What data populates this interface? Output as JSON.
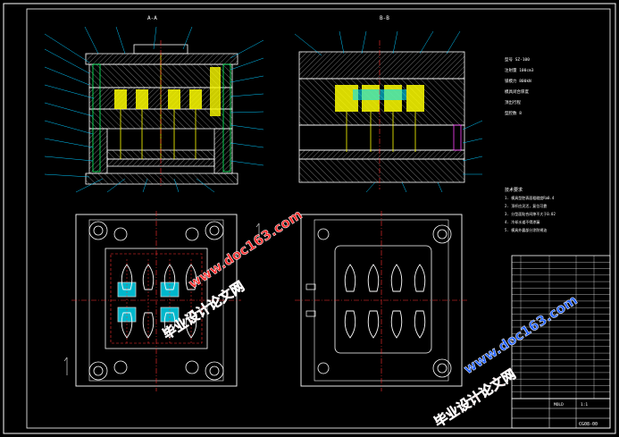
{
  "drawing": {
    "view_label_left": "A-A",
    "view_label_right": "B-B",
    "tech_requirements_title": "技术要求",
    "tech_requirements": [
      "1. 模具型腔表面粗糙度Ra0.4",
      "2. 顶杆应灵活，复位可靠",
      "3. 分型面贴合间隙不大于0.02",
      "4. 冷却水道不得渗漏",
      "5. 模具外露部分涂防锈油"
    ],
    "params_block": [
      "型号  SZ-100",
      "注射量  100cm3",
      "锁模力  800kN",
      "模具闭合厚度  ",
      "顶出行程  ",
      "型腔数  8"
    ],
    "title_block": {
      "name_cell": "MOLD",
      "drawing_no": "CG08-00",
      "scale": "1:1"
    },
    "bom_rows": 22
  },
  "watermarks": {
    "site_text": "www.doc163.com",
    "brand_text": "毕业设计论文网"
  },
  "colors": {
    "background": "#000000",
    "outline": "#ffffff",
    "frame": "#00ffff",
    "centerline": "#ff3030",
    "leader": "#00c8ff",
    "highlight": "#ffff00",
    "cavity_fill": "#00e5ff",
    "watermark_red": "#ff2a2a",
    "watermark_blue": "#2060ff",
    "hatch": "#a0a0a0"
  }
}
